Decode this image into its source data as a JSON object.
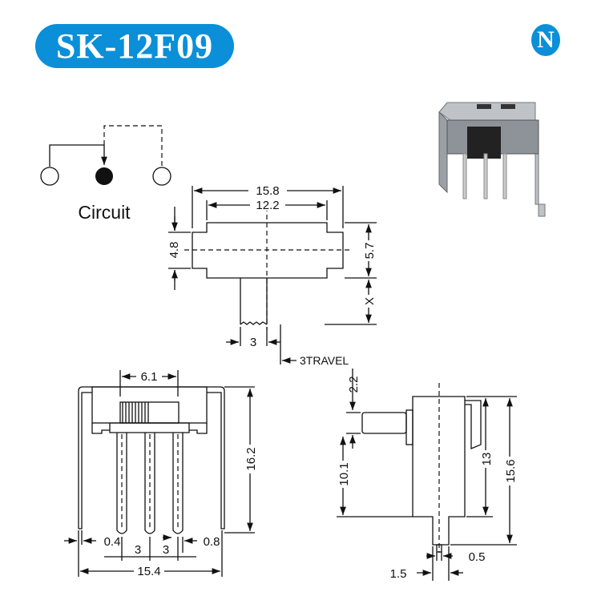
{
  "header": {
    "title": "SK-12F09",
    "logo_letter": "N"
  },
  "circuit": {
    "label": "Circuit"
  },
  "top_view": {
    "width_outer": "15.8",
    "width_inner": "12.2",
    "height_left": "4.8",
    "height_right": "5.7",
    "actuator_length": "X",
    "actuator_width": "3",
    "travel": "3TRAVEL"
  },
  "front_view": {
    "slider_width": "6.1",
    "height": "16.2",
    "lead_width": "0.4",
    "pitch_1": "3",
    "pitch_2": "3",
    "pin_width": "0.8",
    "total_width": "15.4"
  },
  "side_view": {
    "actuator_height": "2.2",
    "actuator_offset": "10.1",
    "body_height": "13",
    "total_height": "15.6",
    "pin_offset": "1.5",
    "pin_thickness": "0.5"
  }
}
